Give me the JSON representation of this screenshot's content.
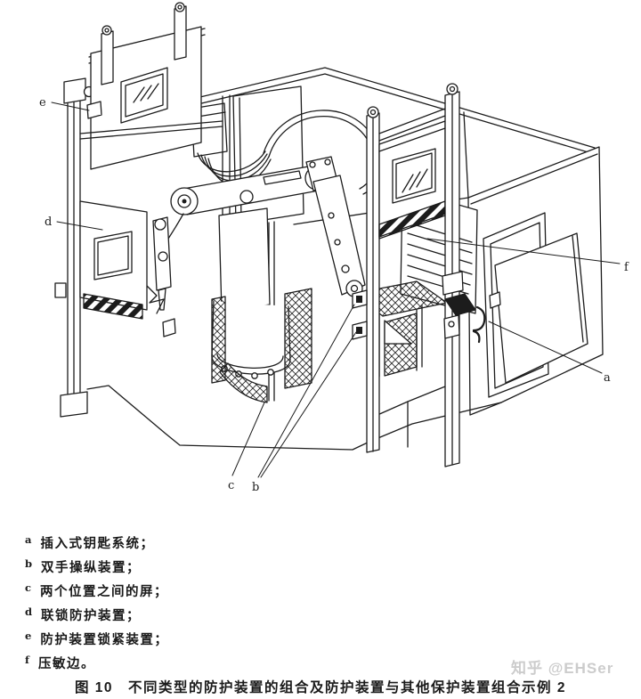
{
  "figure": {
    "part_labels": [
      {
        "id": "a",
        "text": "a"
      },
      {
        "id": "b",
        "text": "b"
      },
      {
        "id": "c",
        "text": "c"
      },
      {
        "id": "d",
        "text": "d"
      },
      {
        "id": "e",
        "text": "e"
      },
      {
        "id": "f",
        "text": "f"
      }
    ]
  },
  "legend": {
    "items": [
      {
        "key": "a",
        "text": "插入式钥匙系统；"
      },
      {
        "key": "b",
        "text": "双手操纵装置；"
      },
      {
        "key": "c",
        "text": "两个位置之间的屏；"
      },
      {
        "key": "d",
        "text": "联锁防护装置；"
      },
      {
        "key": "e",
        "text": "防护装置锁紧装置；"
      },
      {
        "key": "f",
        "text": "压敏边。"
      }
    ]
  },
  "caption": {
    "text": "图 10　不同类型的防护装置的组合及防护装置与其他保护装置组合示例 2"
  },
  "watermark": {
    "text": "知乎 @EHSer"
  },
  "colors": {
    "line": "#1c1c1c",
    "watermark": "#cccccc",
    "background": "#ffffff"
  }
}
